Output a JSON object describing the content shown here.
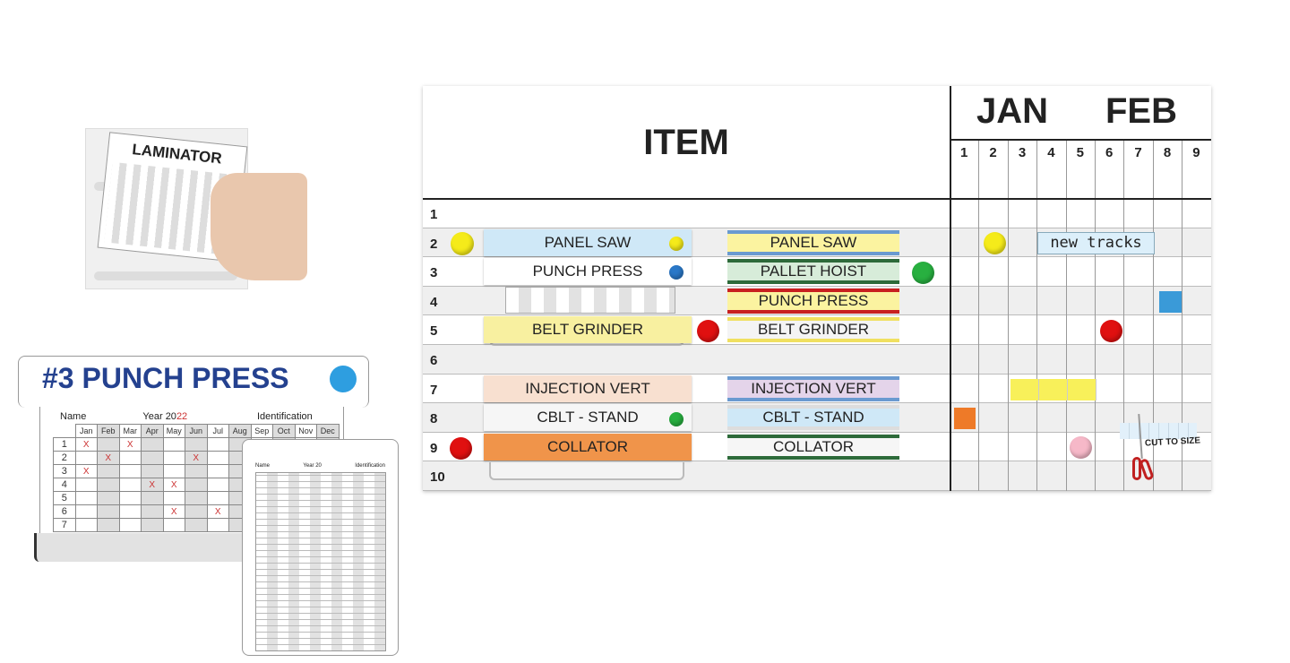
{
  "laminator": {
    "title": "LAMINATOR"
  },
  "punch_card": {
    "title": "#3 PUNCH PRESS",
    "name_label": "Name",
    "year_label": "Year 20",
    "year_value": "22",
    "id_label": "Identification",
    "months": [
      "Jan",
      "Feb",
      "Mar",
      "Apr",
      "May",
      "Jun",
      "Jul",
      "Aug",
      "Sep",
      "Oct",
      "Nov",
      "Dec"
    ],
    "rows": [
      "1",
      "2",
      "3",
      "4",
      "5",
      "6",
      "7"
    ],
    "marks": [
      [
        1,
        0
      ],
      [
        1,
        2
      ],
      [
        2,
        1
      ],
      [
        2,
        5
      ],
      [
        3,
        0
      ],
      [
        4,
        3
      ],
      [
        4,
        4
      ],
      [
        6,
        4
      ],
      [
        6,
        6
      ]
    ],
    "mark": "X"
  },
  "blank_card": {
    "name_label": "Name",
    "year_label": "Year 20",
    "id_label": "Identification"
  },
  "board": {
    "item_header": "ITEM",
    "months": [
      "JAN",
      "FEB"
    ],
    "days": [
      "1",
      "2",
      "3",
      "4",
      "5",
      "6",
      "7",
      "8",
      "9"
    ],
    "rows": [
      "1",
      "2",
      "3",
      "4",
      "5",
      "6",
      "7",
      "8",
      "9",
      "10"
    ],
    "tabs": [
      {
        "row": 2,
        "text": "PANEL SAW",
        "bg": "#cfe8f7"
      },
      {
        "row": 3,
        "text": "PUNCH PRESS",
        "bg": "#ffffff"
      },
      {
        "row": 5,
        "text": "BELT GRINDER",
        "bg": "#f8f0a0"
      },
      {
        "row": 7,
        "text": "INJECTION VERT",
        "bg": "#f8e0d0"
      },
      {
        "row": 8,
        "text": "CBLT - STAND",
        "bg": "#f6f6f6"
      },
      {
        "row": 9,
        "text": "COLLATOR",
        "bg": "#f0944a"
      }
    ],
    "labels": [
      {
        "row": 2,
        "text": "PANEL SAW",
        "bg": "#fbf3a0",
        "edge": "#6a9ad0"
      },
      {
        "row": 3,
        "text": "PALLET HOIST",
        "bg": "#d7ecd9",
        "edge": "#2d6a3a"
      },
      {
        "row": 4,
        "text": "PUNCH PRESS",
        "bg": "#fbf3a0",
        "edge": "#c82020"
      },
      {
        "row": 5,
        "text": "BELT GRINDER",
        "bg": "#f4f4f4",
        "edge": "#f0e060"
      },
      {
        "row": 7,
        "text": "INJECTION VERT",
        "bg": "#e4d4ea",
        "edge": "#6a9ad0"
      },
      {
        "row": 8,
        "text": "CBLT - STAND",
        "bg": "#cfe8f7",
        "edge": "#dddddd"
      },
      {
        "row": 9,
        "text": "COLLATOR",
        "bg": "#f6f6f6",
        "edge": "#2d6a3a"
      }
    ],
    "new_tracks": "new tracks",
    "cut_to_size": "CUT TO SIZE"
  }
}
